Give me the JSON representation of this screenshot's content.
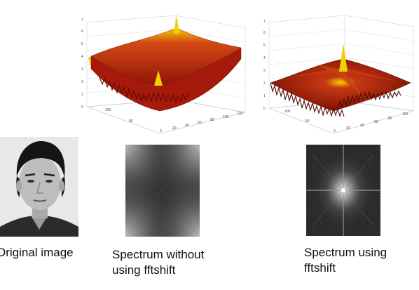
{
  "captions": {
    "original": "Original image",
    "unshifted_line1": "Spectrum without",
    "unshifted_line2": "using fftshift",
    "shifted_line1": "Spectrum using",
    "shifted_line2": "fftshift"
  },
  "plots": {
    "unshifted_3d": {
      "z_ticks": [
        "0",
        "1",
        "2",
        "3",
        "4",
        "5",
        "6",
        "7"
      ],
      "x_ticks": [
        "0",
        "20",
        "40",
        "60",
        "80",
        "100",
        "120"
      ],
      "y_ticks": [
        "50",
        "100"
      ],
      "surface_color": "#b3200d",
      "peak_color": "#f0d000"
    },
    "shifted_3d": {
      "z_ticks": [
        "0",
        "1",
        "2",
        "3",
        "4",
        "5",
        "6",
        "7"
      ],
      "x_ticks": [
        "0",
        "20",
        "40",
        "60",
        "80",
        "100"
      ],
      "y_ticks": [
        "50",
        "100"
      ],
      "surface_color": "#9e1a0a",
      "peak_color": "#f0d000"
    }
  },
  "images": {
    "original": "face-photo",
    "unshifted": "spectrum-corners-bright",
    "shifted": "spectrum-center-bright"
  }
}
